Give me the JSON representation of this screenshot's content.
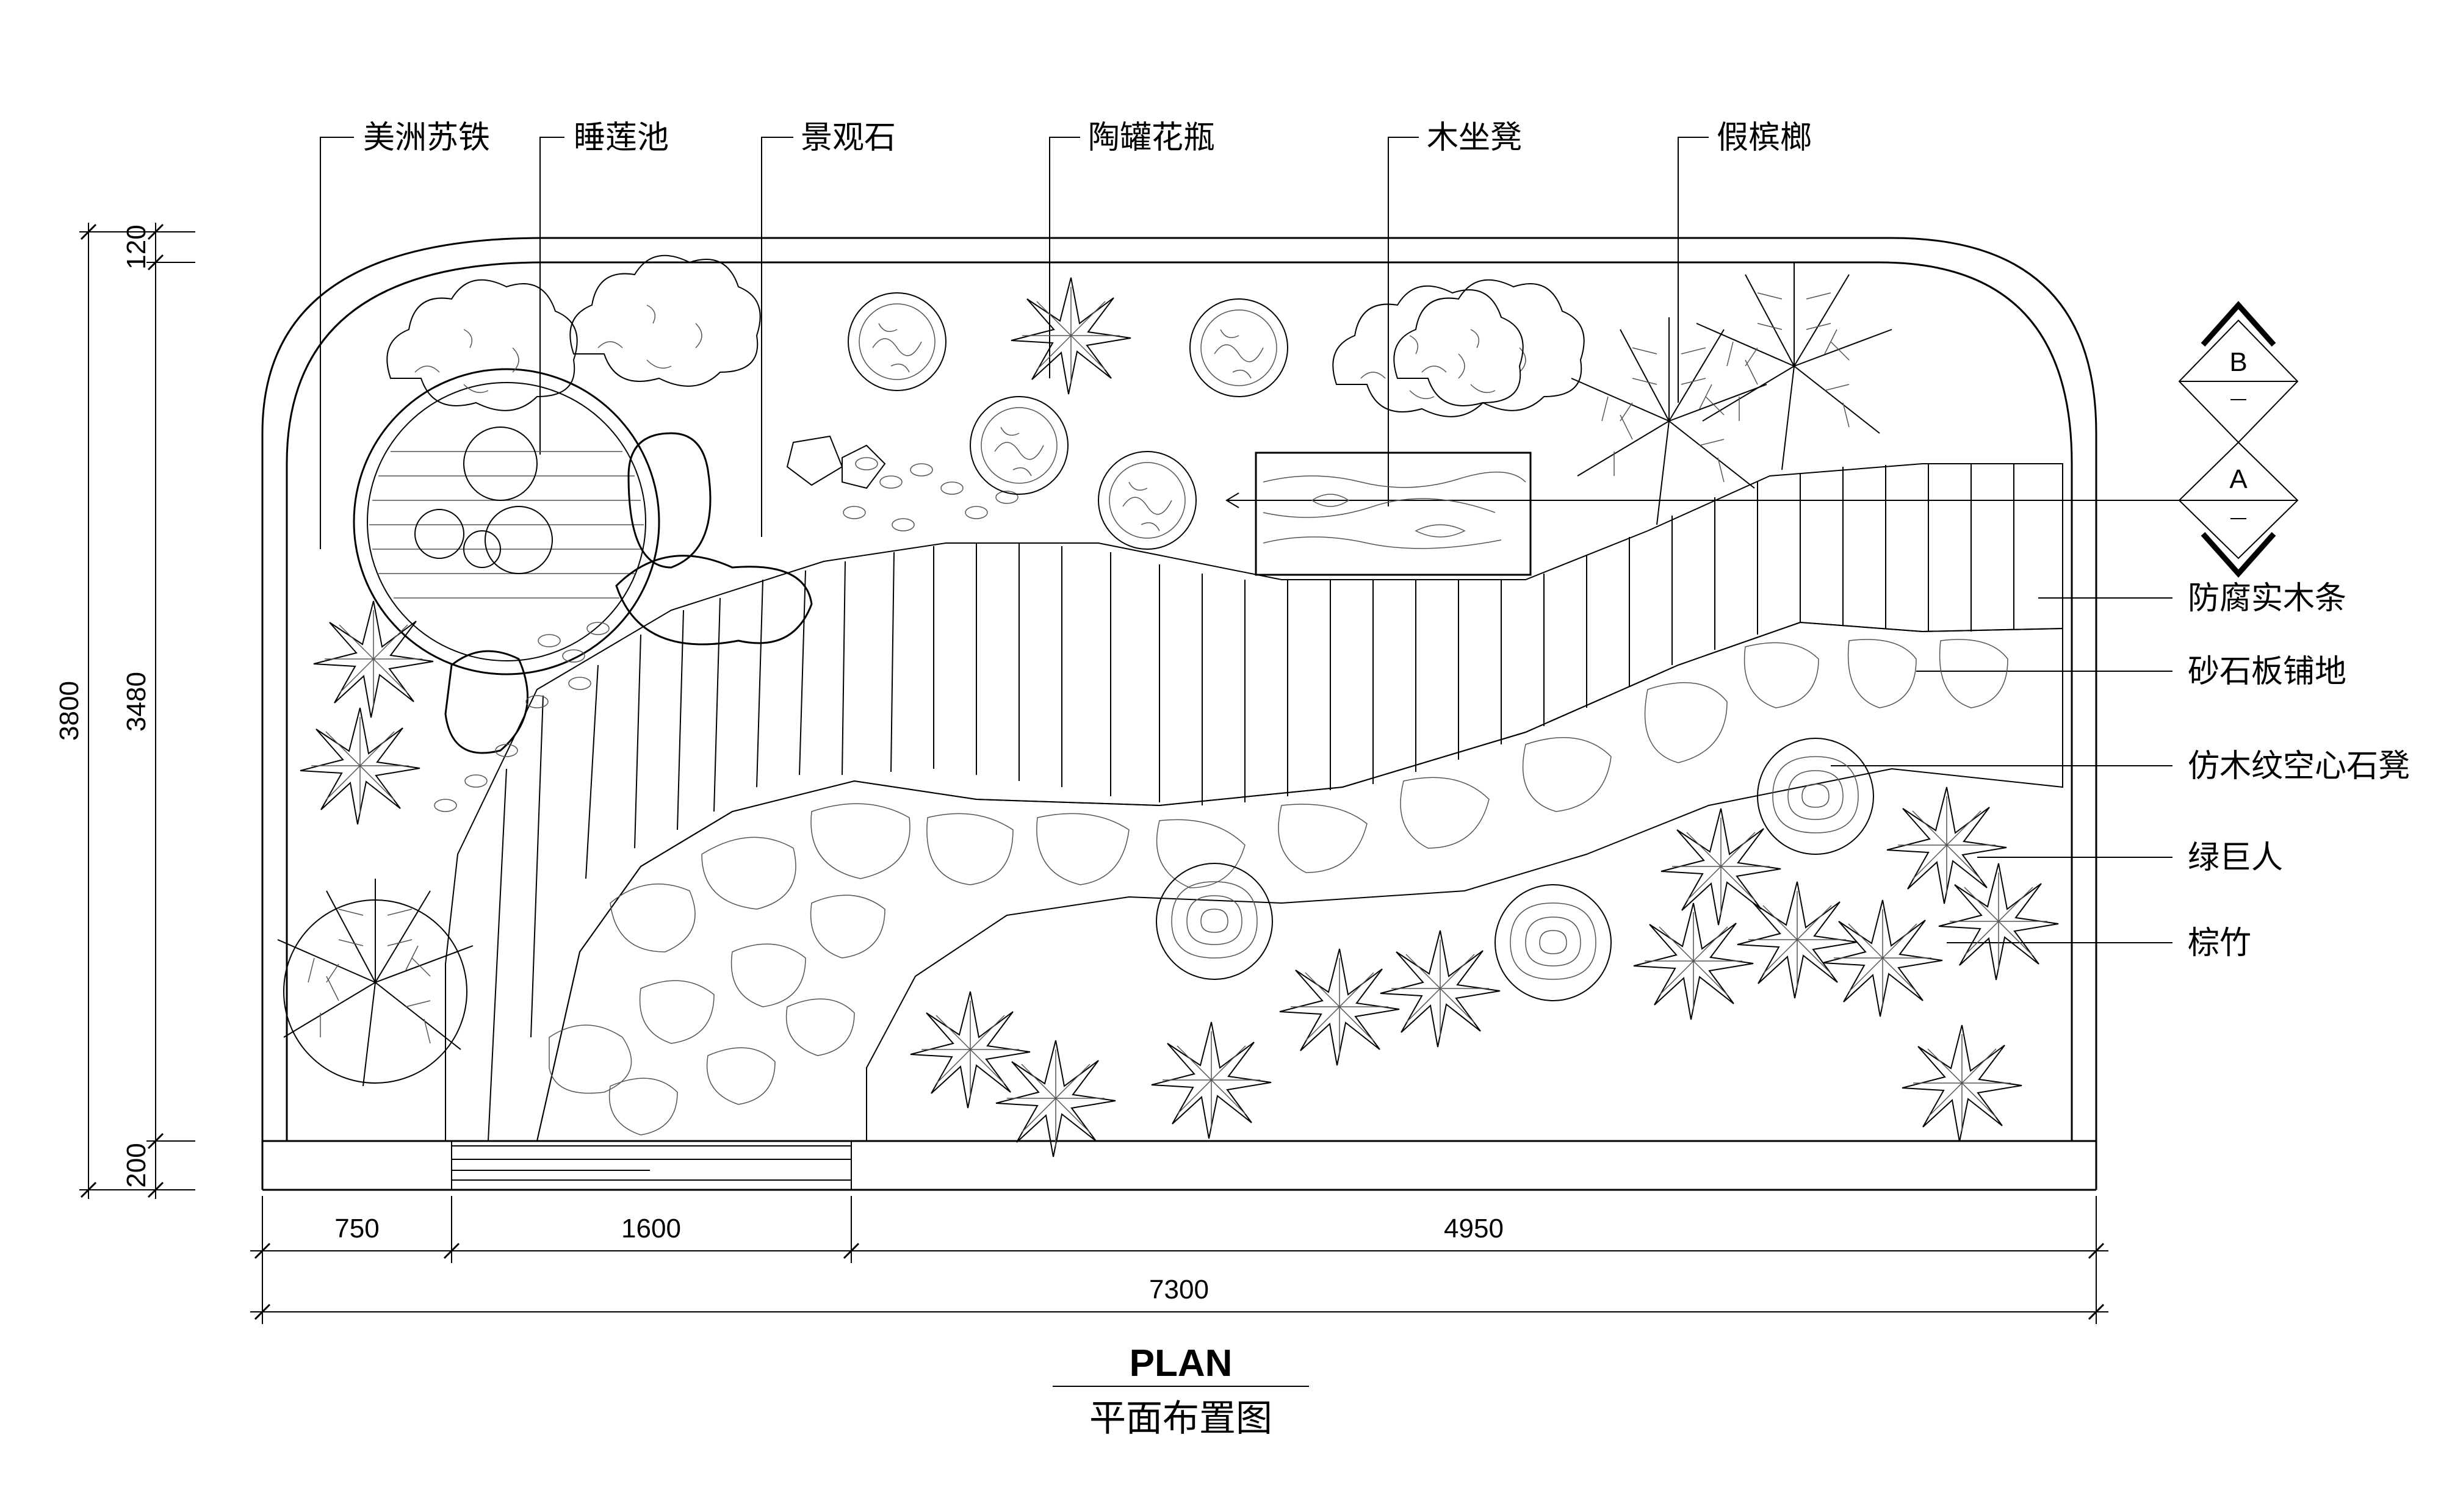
{
  "title": "PLAN",
  "subtitle": "平面布置图",
  "labels_top": [
    "美洲苏铁",
    "睡莲池",
    "景观石",
    "陶罐花瓶",
    "木坐凳",
    "假槟榔"
  ],
  "labels_right": [
    "防腐实木条",
    "砂石板铺地",
    "仿木纹空心石凳",
    "绿巨人",
    "棕竹"
  ],
  "section_markers": [
    "B",
    "A"
  ],
  "dimensions": {
    "bottom": [
      "750",
      "1600",
      "4950"
    ],
    "total": "7300",
    "left_outer": "3800",
    "left_inner": "3480",
    "left_top": "120",
    "left_bottom": "200"
  }
}
